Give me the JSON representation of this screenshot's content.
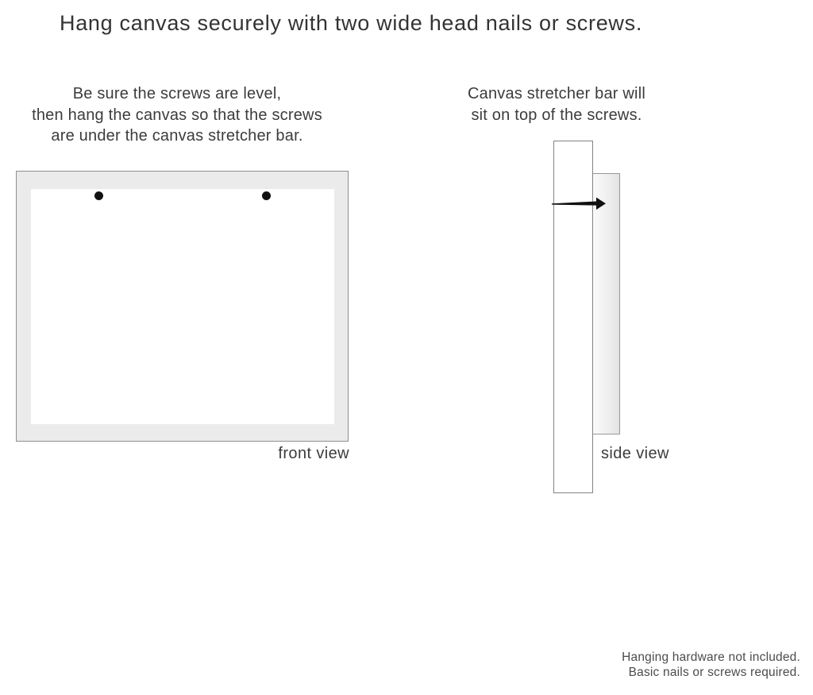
{
  "title": "Hang canvas securely with two wide head nails or screws.",
  "instructions": {
    "front": {
      "line1": "Be sure the screws are level,",
      "line2": "then hang the canvas so that the screws",
      "line3": "are under the canvas stretcher bar."
    },
    "side": {
      "line1": "Canvas stretcher bar will",
      "line2": "sit on top of the screws."
    }
  },
  "diagrams": {
    "front_view": {
      "label": "front view",
      "screw_count": 2
    },
    "side_view": {
      "label": "side view"
    }
  },
  "footer": {
    "line1": "Hanging hardware not included.",
    "line2": "Basic nails or screws required."
  },
  "colors": {
    "canvas_frame_fill": "#ebebeb",
    "canvas_frame_border": "#8f8f8f",
    "text": "#3a3a3a",
    "nail_black": "#111111"
  }
}
